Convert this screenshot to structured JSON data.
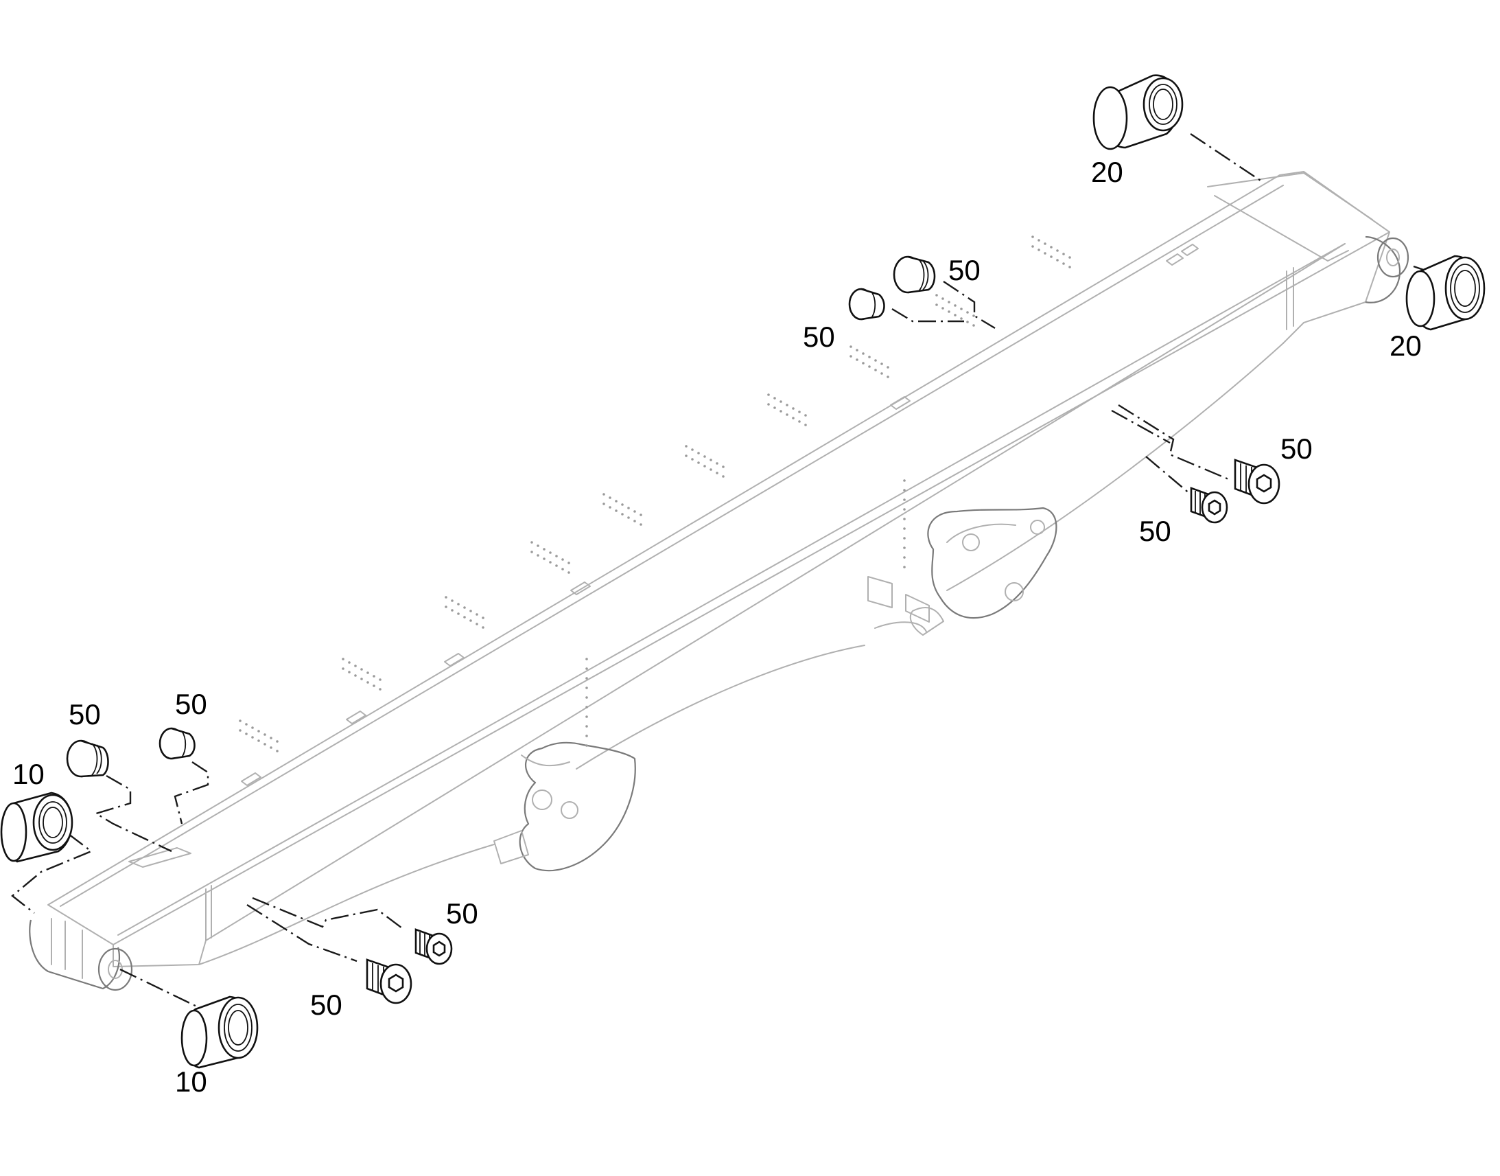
{
  "callouts": {
    "top_right_upper": "20",
    "top_right_lower": "20",
    "upper_plug_a": "50",
    "upper_plug_b": "50",
    "right_plug_a": "50",
    "right_plug_b": "50",
    "left_plug_a": "50",
    "left_plug_b": "50",
    "left_bushing_upper": "10",
    "left_bushing_lower": "10",
    "lower_plug_a": "50",
    "lower_plug_b": "50"
  }
}
